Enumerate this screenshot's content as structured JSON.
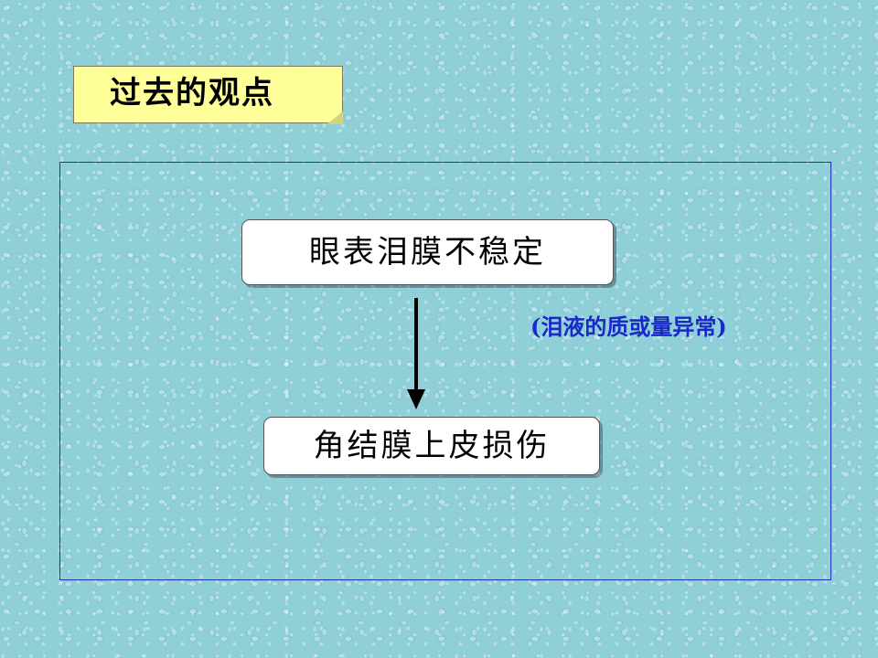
{
  "slide": {
    "title": "过去的观点",
    "annotation": "(泪液的质或量异常)"
  },
  "flow": {
    "cause": "眼表泪膜不稳定",
    "effect": "角结膜上皮损伤"
  },
  "colors": {
    "background": "#8ecfd8",
    "title_fill": "#ffff99",
    "frame_border": "#1f2fbf",
    "annotation_text": "#1a28c8",
    "box_fill": "#ffffff",
    "arrow": "#000000"
  }
}
